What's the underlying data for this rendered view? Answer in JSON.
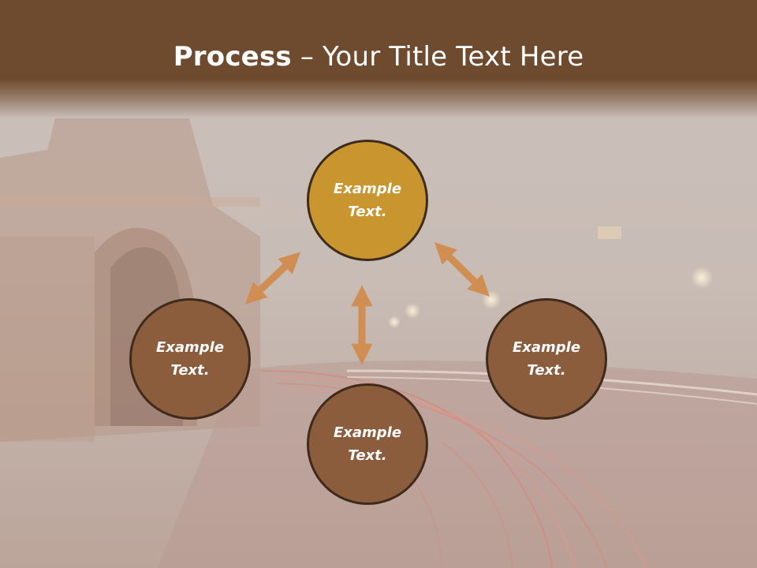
{
  "title": {
    "bold": "Process",
    "rest": " – Your Title Text Here"
  },
  "nodes": {
    "top": {
      "line1": "Example",
      "line2": "Text."
    },
    "left": {
      "line1": "Example",
      "line2": "Text."
    },
    "right": {
      "line1": "Example",
      "line2": "Text."
    },
    "bottom": {
      "line1": "Example",
      "line2": "Text."
    }
  },
  "colors": {
    "title_bar": "#6e4a2e",
    "node_highlight": "#c9952f",
    "node_default": "#8c5d3d",
    "arrow": "#d08e52"
  }
}
